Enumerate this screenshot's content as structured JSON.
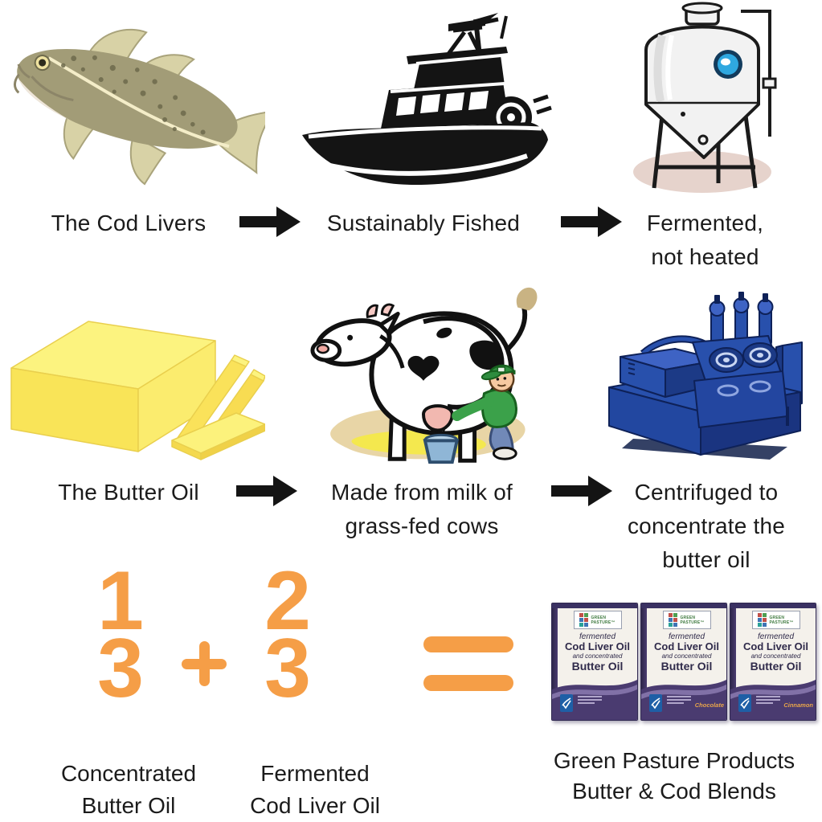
{
  "colors": {
    "accent_orange": "#F59E47",
    "text": "#1B1B1B",
    "arrow_black": "#141414",
    "box_purple": "#4A3B70",
    "msc_blue": "#1E5FA6",
    "butter_yellow": "#F9E458",
    "machine_blue": "#2850AC",
    "tank_port_blue": "#2FA8E0"
  },
  "icons": {
    "row1": [
      "cod-fish",
      "fishing-boat",
      "fermentation-tank"
    ],
    "row2": [
      "butter-block",
      "cow-milking",
      "centrifuge-machine"
    ],
    "flow_arrow": "right-arrow"
  },
  "row1": {
    "step1": {
      "line1": "The Cod Livers"
    },
    "step2": {
      "line1": "Sustainably Fished"
    },
    "step3": {
      "line1": "Fermented,",
      "line2": "not heated"
    }
  },
  "row2": {
    "step1": {
      "line1": "The Butter Oil"
    },
    "step2": {
      "line1": "Made from milk of",
      "line2": "grass-fed cows"
    },
    "step3": {
      "line1": "Centrifuged to",
      "line2": "concentrate the",
      "line3": "butter oil"
    }
  },
  "equation": {
    "fraction_1": {
      "numerator": "1",
      "denominator": "3",
      "caption_line1": "Concentrated",
      "caption_line2": "Butter Oil"
    },
    "plus": "+",
    "fraction_2": {
      "numerator": "2",
      "denominator": "3",
      "caption_line1": "Fermented",
      "caption_line2": "Cod Liver Oil"
    },
    "equals": "=",
    "result_caption_line1": "Green Pasture Products",
    "result_caption_line2": "Butter & Cod Blends"
  },
  "product_box": {
    "brand_line1": "GREEN",
    "brand_line2": "PASTURE™",
    "text_line1": "fermented",
    "text_line2": "Cod Liver Oil",
    "text_line3": "and concentrated",
    "text_line4": "Butter Oil",
    "flavors": [
      "",
      "Chocolate",
      "Cinnamon"
    ]
  }
}
